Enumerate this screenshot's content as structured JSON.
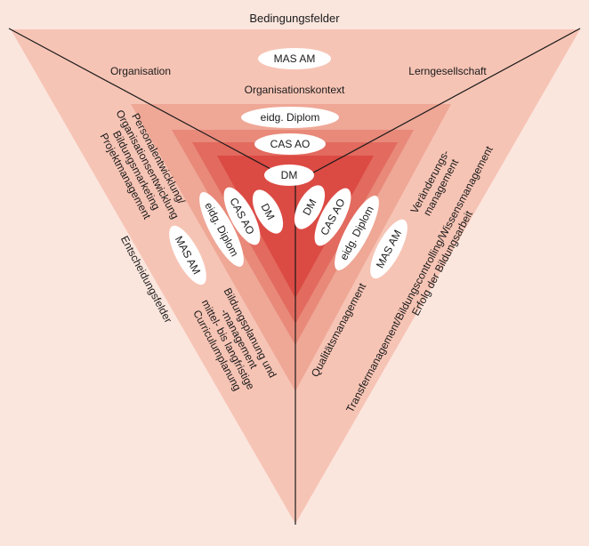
{
  "colors": {
    "background": "#fbe6de",
    "level1": "#f6c4b5",
    "level2": "#efa796",
    "level3": "#e8897a",
    "level4": "#e26a5e",
    "level5": "#dc4a44",
    "ellipse": "#ffffff",
    "line": "#1a1a1a"
  },
  "labels": {
    "top_title": "Bedingungsfelder",
    "organisation": "Organisation",
    "lerngesellschaft": "Lerngesellschaft",
    "organisationskontext": "Organisationskontext",
    "entscheidungsfelder": "Entscheidungsfelder",
    "left_outer": [
      "Personalentwicklung/",
      "Organisationsentwicklung",
      "Bildungsmarketing",
      "Projektmanagement"
    ],
    "left_inner": [
      "Bildungsplanung und",
      "-management",
      "mittel- bis langfristige",
      "Curriculumplanung"
    ],
    "right_inner": [
      "Qualitätsmanagement"
    ],
    "right_top": [
      "Veränderungs-",
      "management"
    ],
    "right_outer": [
      "Transfermanagement/Bildungscontrolling/Wissensmanagement",
      "Erfolg der Bildungsarbeit"
    ]
  },
  "ellipses": {
    "top": [
      "MAS AM",
      "eidg. Diplom",
      "CAS AO",
      "DM"
    ],
    "left": [
      "DM",
      "CAS AO",
      "eidg. Diplom",
      "MAS AM"
    ],
    "right": [
      "DM",
      "CAS AO",
      "eidg. Diplom",
      "MAS AM"
    ]
  }
}
